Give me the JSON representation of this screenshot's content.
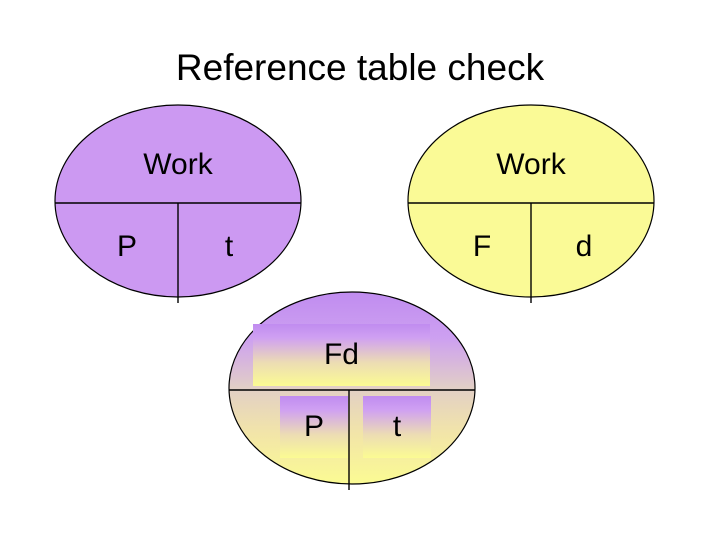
{
  "slide": {
    "title": "Reference table check",
    "background": "#ffffff"
  },
  "colors": {
    "purple_fill": "#CC99F2",
    "yellow_fill": "#FAFA96",
    "gradient_top": "#C08CF0",
    "gradient_bottom": "#FBFB93",
    "outline": "#000000",
    "text": "#000000"
  },
  "wheels": [
    {
      "id": "work-pt",
      "name": "work-power-time-wheel",
      "fill_style": "solid-purple",
      "fill": "#CC99F2",
      "top_label": "Work",
      "bottom_left_label": "P",
      "bottom_right_label": "t"
    },
    {
      "id": "work-fd",
      "name": "work-force-distance-wheel",
      "fill_style": "solid-yellow",
      "fill": "#FAFA96",
      "top_label": "Work",
      "bottom_left_label": "F",
      "bottom_right_label": "d"
    },
    {
      "id": "fd-pt",
      "name": "force-distance-power-time-wheel",
      "fill_style": "gradient-purple-yellow",
      "fill": "#C08CF0",
      "top_label": "Fd",
      "bottom_left_label": "P",
      "bottom_right_label": "t"
    }
  ]
}
